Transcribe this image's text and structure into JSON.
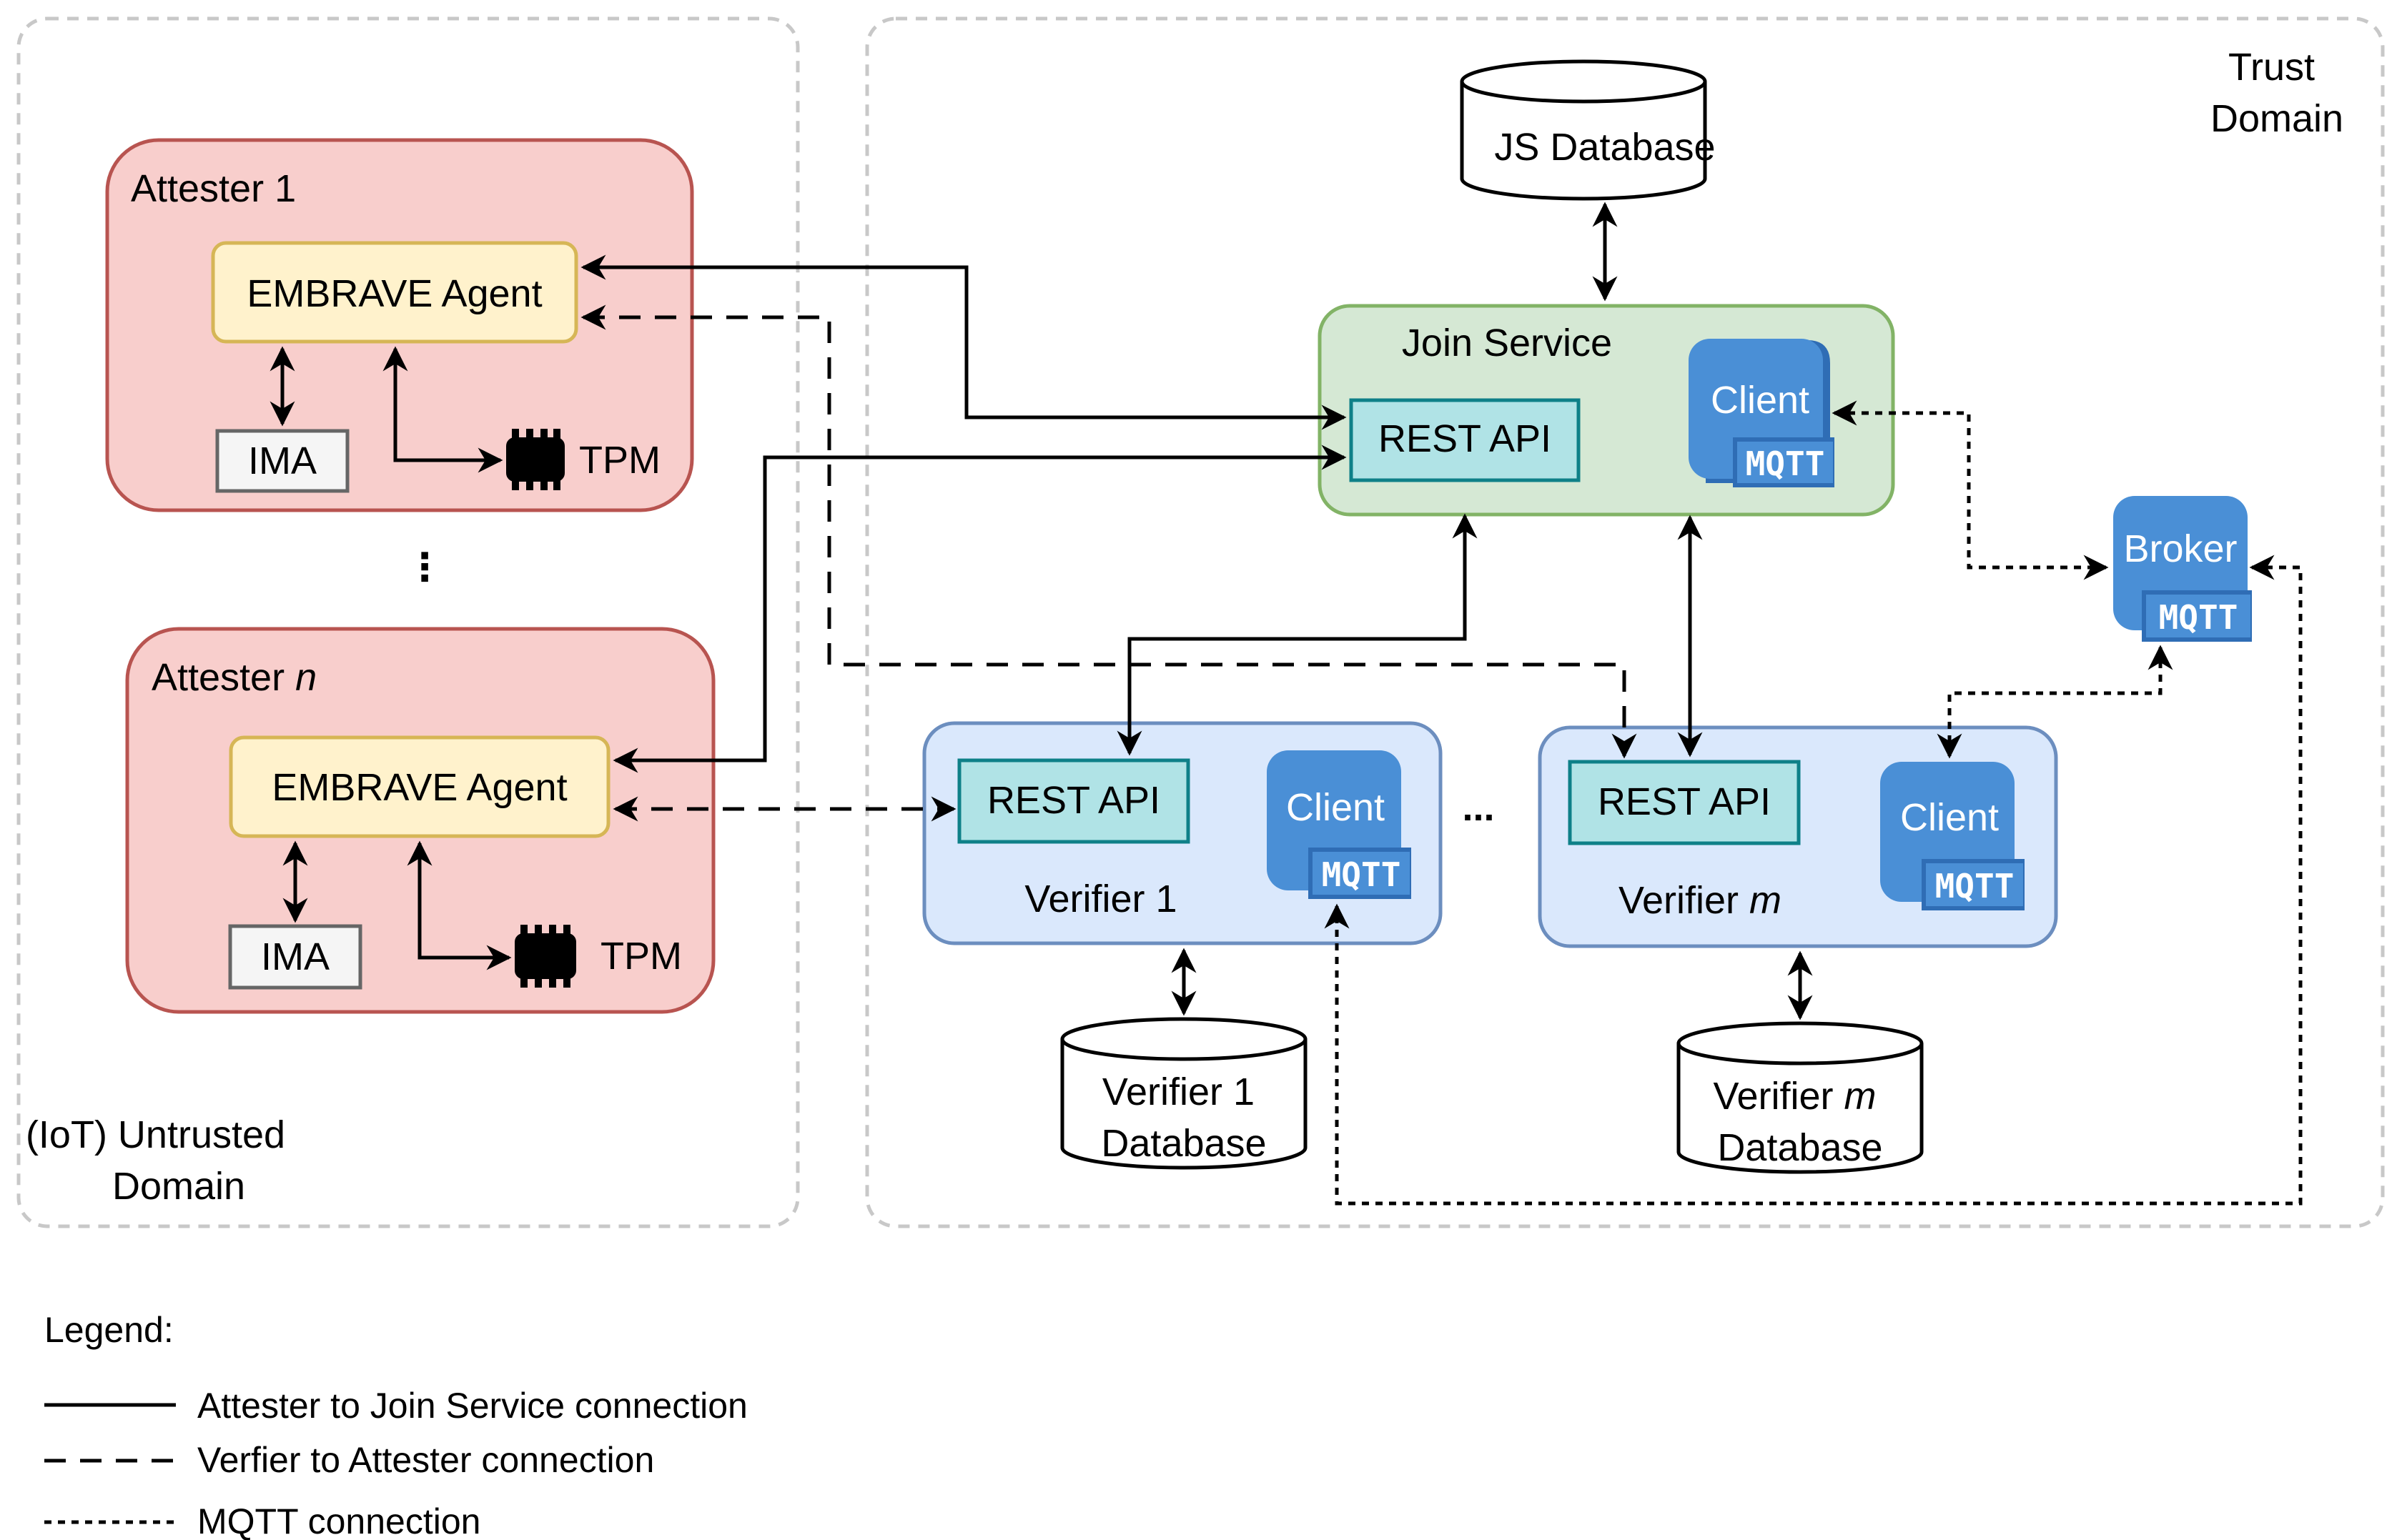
{
  "domains": {
    "untrusted": [
      "(IoT) Untrusted",
      "Domain"
    ],
    "trust": [
      "Trust",
      "Domain"
    ]
  },
  "attesters": [
    {
      "title_prefix": "Attester",
      "title_suffix": "1",
      "suffix_italic": false,
      "agent": "EMBRAVE Agent",
      "ima": "IMA",
      "tpm": "TPM"
    },
    {
      "title_prefix": "Attester",
      "title_suffix": "n",
      "suffix_italic": true,
      "agent": "EMBRAVE Agent",
      "ima": "IMA",
      "tpm": "TPM"
    }
  ],
  "attester_ellipsis": "⋮",
  "join_service": {
    "title": "Join Service",
    "rest_api": "REST API",
    "client": "Client",
    "mqtt": "MQTT"
  },
  "js_database": "JS Database",
  "broker": {
    "label": "Broker",
    "mqtt": "MQTT"
  },
  "verifiers": [
    {
      "prefix": "Verifier",
      "suffix": "1",
      "suffix_italic": false,
      "rest_api": "REST API",
      "client": "Client",
      "mqtt": "MQTT",
      "db_line1_prefix": "Verifier",
      "db_line1_suffix": "1",
      "db_line2": "Database"
    },
    {
      "prefix": "Verifier",
      "suffix": "m",
      "suffix_italic": true,
      "rest_api": "REST API",
      "client": "Client",
      "mqtt": "MQTT",
      "db_line1_prefix": "Verifier",
      "db_line1_suffix": "m",
      "db_line2": "Database"
    }
  ],
  "verifier_ellipsis": "...",
  "legend": {
    "title": "Legend:",
    "items": [
      {
        "style": "solid",
        "label": "Attester to Join Service connection"
      },
      {
        "style": "dashed",
        "label": "Verfier to Attester connection"
      },
      {
        "style": "dotted",
        "label": "MQTT connection"
      }
    ]
  },
  "colors": {
    "attester_fill": "#f8cecc",
    "attester_stroke": "#b85450",
    "agent_fill": "#fff2cc",
    "agent_stroke": "#d6b656",
    "join_fill": "#d5e8d4",
    "join_stroke": "#82b366",
    "verifier_fill": "#dae8fc",
    "verifier_stroke": "#6c8ebf",
    "rest_fill": "#b0e3e6",
    "rest_stroke": "#0e8088",
    "client_fill": "#4a8fd6",
    "client_dark": "#2f6db5",
    "domain_stroke": "#c8c8c8"
  }
}
